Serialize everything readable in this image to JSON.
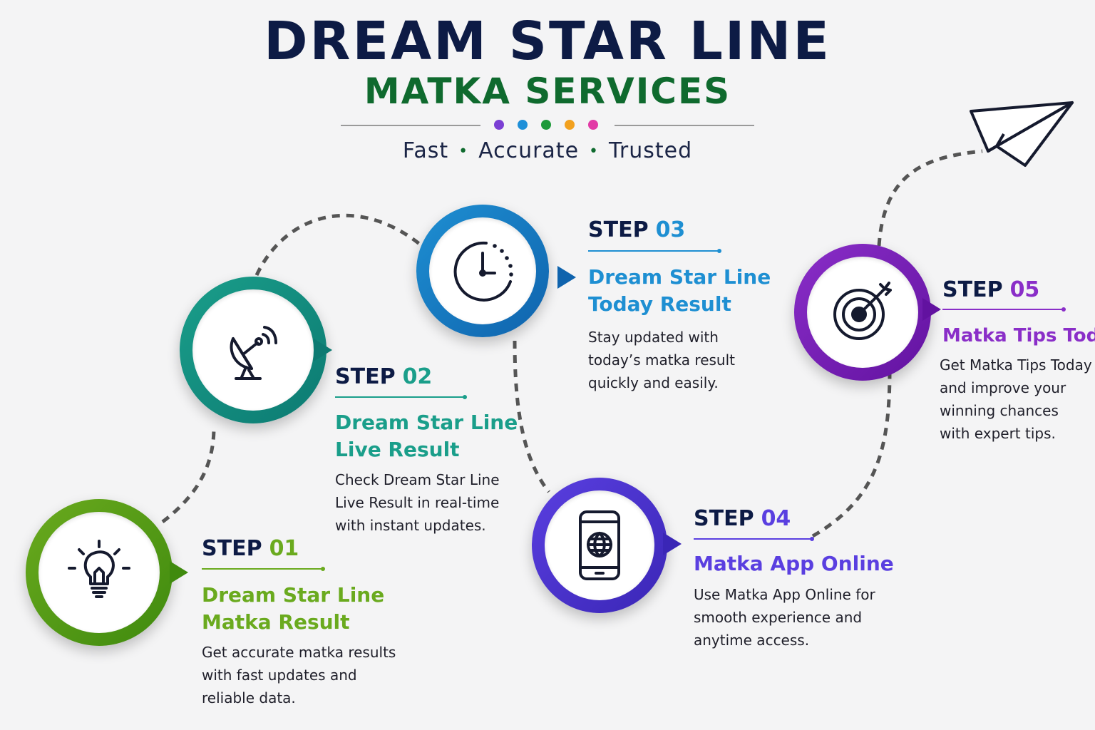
{
  "header": {
    "title": "DREAM STAR LINE",
    "subtitle": "MATKA SERVICES",
    "tagline": [
      "Fast",
      "Accurate",
      "Trusted"
    ],
    "dot_colors": [
      "#7b3fd4",
      "#1e8fd8",
      "#1e9a3a",
      "#f2a11f",
      "#e23aa6"
    ]
  },
  "steps": [
    {
      "label_prefix": "STEP",
      "number": "01",
      "heading_lines": [
        "Dream Star Line",
        "Matka Result"
      ],
      "body_lines": [
        "Get accurate matka results",
        "with fast updates and",
        "reliable data."
      ],
      "color": "#6aaa1e",
      "icon": "lightbulb-icon"
    },
    {
      "label_prefix": "STEP",
      "number": "02",
      "heading_lines": [
        "Dream Star Line",
        "Live Result"
      ],
      "body_lines": [
        "Check Dream Star Line",
        "Live Result in real-time",
        "with instant updates."
      ],
      "color": "#1a9e8a",
      "icon": "satellite-dish-icon"
    },
    {
      "label_prefix": "STEP",
      "number": "03",
      "heading_lines": [
        "Dream Star Line",
        "Today Result"
      ],
      "body_lines": [
        "Stay updated with",
        "today’s matka result",
        "quickly and easily."
      ],
      "color": "#1e8fd2",
      "icon": "clock-icon"
    },
    {
      "label_prefix": "STEP",
      "number": "04",
      "heading_lines": [
        "Matka App Online"
      ],
      "body_lines": [
        "Use Matka App Online for",
        "smooth experience and",
        "anytime access."
      ],
      "color": "#5a3fe0",
      "icon": "smartphone-globe-icon"
    },
    {
      "label_prefix": "STEP",
      "number": "05",
      "heading_lines": [
        "Matka Tips Today"
      ],
      "body_lines": [
        "Get Matka Tips Today",
        "and improve your",
        "winning chances",
        "with expert tips."
      ],
      "color": "#8a2ec8",
      "icon": "target-icon"
    }
  ],
  "decor": {
    "end_icon": "paper-plane-icon"
  }
}
